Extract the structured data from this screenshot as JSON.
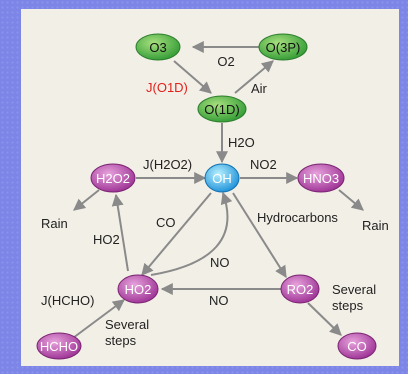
{
  "nodes": {
    "o3": "O3",
    "o3p": "O(3P)",
    "o1d": "O(1D)",
    "oh": "OH",
    "h2o2": "H2O2",
    "hno3": "HNO3",
    "ho2": "HO2",
    "ro2": "RO2",
    "hcho": "HCHO",
    "co": "CO"
  },
  "labels": {
    "o2": "O2",
    "j_o1d": "J(O1D)",
    "air": "Air",
    "h2o": "H2O",
    "j_h2o2": "J(H2O2)",
    "no2": "NO2",
    "rain_left": "Rain",
    "co": "CO",
    "hydrocarbons": "Hydrocarbons",
    "rain_right": "Rain",
    "ho2": "HO2",
    "no_curve": "NO",
    "no_bottom": "NO",
    "j_hcho": "J(HCHO)",
    "several_steps_right_1": "Several",
    "several_steps_right_2": "steps",
    "several_steps_left_1": "Several",
    "several_steps_left_2": "steps"
  },
  "colors": {
    "green_node": "#3fa83a",
    "purple_node": "#a33d9d",
    "blue_node": "#1f9fe0",
    "arrow": "#8a8a8a",
    "highlight_label": "#e0211c"
  }
}
